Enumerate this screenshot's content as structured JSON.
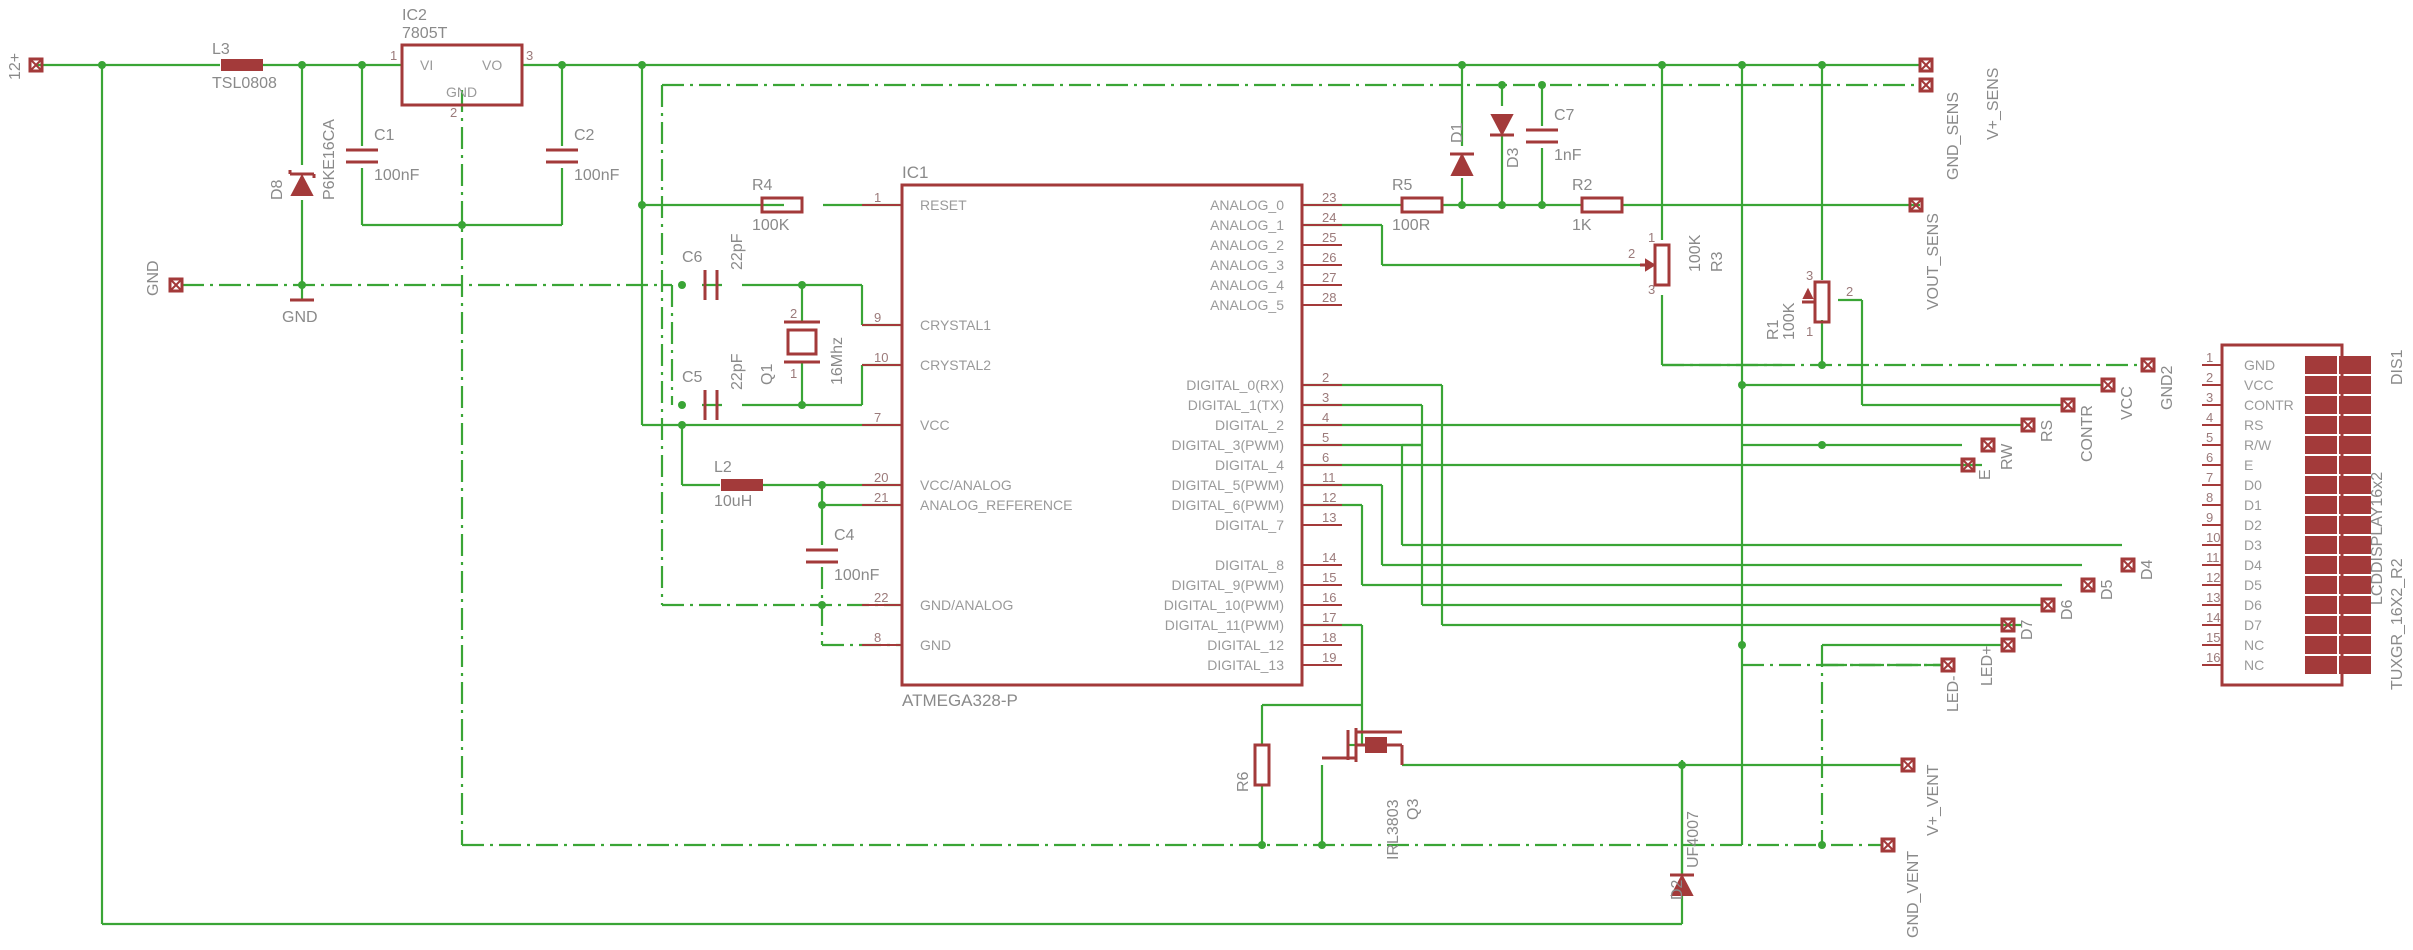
{
  "diagram": {
    "ports": {
      "p12": "12+",
      "gnd": "GND",
      "gndSymbol": "GND",
      "gndSens": "GND_SENS",
      "vSens": "V+_SENS",
      "voutSens": "VOUT_SENS",
      "gnd2": "GND2",
      "vcc": "VCC",
      "contr": "CONTR",
      "rs": "RS",
      "rw": "RW",
      "e": "E",
      "d4": "D4",
      "d5": "D5",
      "d6": "D6",
      "d7": "D7",
      "ledp": "LED+",
      "ledm": "LED-",
      "vVent": "V+_VENT",
      "gndVent": "GND_VENT"
    },
    "components": {
      "L3": {
        "name": "L3",
        "value": "TSL0808"
      },
      "IC2": {
        "name": "IC2",
        "value": "7805T",
        "pin_vi": "VI",
        "pin_vo": "VO",
        "pin_gnd": "GND"
      },
      "D8": {
        "name": "D8",
        "value": "P6KE16CA"
      },
      "C1": {
        "name": "C1",
        "value": "100nF"
      },
      "C2": {
        "name": "C2",
        "value": "100nF"
      },
      "R4": {
        "name": "R4",
        "value": "100K"
      },
      "C6": {
        "name": "C6",
        "value": "22pF"
      },
      "C5": {
        "name": "C5",
        "value": "22pF"
      },
      "Q1": {
        "name": "Q1",
        "value": "16Mhz"
      },
      "L2": {
        "name": "L2",
        "value": "10uH"
      },
      "C4": {
        "name": "C4",
        "value": "100nF"
      },
      "R5": {
        "name": "R5",
        "value": "100R"
      },
      "R2": {
        "name": "R2",
        "value": "1K"
      },
      "D1": {
        "name": "D1"
      },
      "D3": {
        "name": "D3"
      },
      "C7": {
        "name": "C7",
        "value": "1nF"
      },
      "R3": {
        "name": "R3",
        "value": "100K"
      },
      "R1": {
        "name": "R1",
        "value": "100K"
      },
      "R6": {
        "name": "R6"
      },
      "Q3": {
        "name": "Q3",
        "value": "IRL3803"
      },
      "D2": {
        "name": "D2",
        "value": "UF4007"
      },
      "DIS1": {
        "name": "DIS1",
        "value": "TUXGR_16X2_R2",
        "display": "LCDDISPLAY16x2"
      }
    },
    "ic1": {
      "name": "IC1",
      "part": "ATMEGA328-P",
      "left_pins": [
        {
          "num": "1",
          "label": "RESET"
        },
        {
          "num": "9",
          "label": "CRYSTAL1"
        },
        {
          "num": "10",
          "label": "CRYSTAL2"
        },
        {
          "num": "7",
          "label": "VCC"
        },
        {
          "num": "20",
          "label": "VCC/ANALOG"
        },
        {
          "num": "21",
          "label": "ANALOG_REFERENCE"
        },
        {
          "num": "22",
          "label": "GND/ANALOG"
        },
        {
          "num": "8",
          "label": "GND"
        }
      ],
      "right_pins": [
        {
          "num": "23",
          "label": "ANALOG_0"
        },
        {
          "num": "24",
          "label": "ANALOG_1"
        },
        {
          "num": "25",
          "label": "ANALOG_2"
        },
        {
          "num": "26",
          "label": "ANALOG_3"
        },
        {
          "num": "27",
          "label": "ANALOG_4"
        },
        {
          "num": "28",
          "label": "ANALOG_5"
        },
        {
          "num": "2",
          "label": "DIGITAL_0(RX)"
        },
        {
          "num": "3",
          "label": "DIGITAL_1(TX)"
        },
        {
          "num": "4",
          "label": "DIGITAL_2"
        },
        {
          "num": "5",
          "label": "DIGITAL_3(PWM)"
        },
        {
          "num": "6",
          "label": "DIGITAL_4"
        },
        {
          "num": "11",
          "label": "DIGITAL_5(PWM)"
        },
        {
          "num": "12",
          "label": "DIGITAL_6(PWM)"
        },
        {
          "num": "13",
          "label": "DIGITAL_7"
        },
        {
          "num": "14",
          "label": "DIGITAL_8"
        },
        {
          "num": "15",
          "label": "DIGITAL_9(PWM)"
        },
        {
          "num": "16",
          "label": "DIGITAL_10(PWM)"
        },
        {
          "num": "17",
          "label": "DIGITAL_11(PWM)"
        },
        {
          "num": "18",
          "label": "DIGITAL_12"
        },
        {
          "num": "19",
          "label": "DIGITAL_13"
        }
      ]
    },
    "pin_nums": {
      "ic2_vi": "1",
      "ic2_vo": "3",
      "ic2_gnd": "2",
      "q1a": "1",
      "q1b": "2",
      "r3_1": "1",
      "r3_2": "2",
      "r3_3": "3",
      "r1_1": "1",
      "r1_2": "2",
      "r1_3": "3"
    },
    "lcd_pins": [
      {
        "num": "1",
        "label": "GND"
      },
      {
        "num": "2",
        "label": "VCC"
      },
      {
        "num": "3",
        "label": "CONTR"
      },
      {
        "num": "4",
        "label": "RS"
      },
      {
        "num": "5",
        "label": "R/W"
      },
      {
        "num": "6",
        "label": "E"
      },
      {
        "num": "7",
        "label": "D0"
      },
      {
        "num": "8",
        "label": "D1"
      },
      {
        "num": "9",
        "label": "D2"
      },
      {
        "num": "10",
        "label": "D3"
      },
      {
        "num": "11",
        "label": "D4"
      },
      {
        "num": "12",
        "label": "D5"
      },
      {
        "num": "13",
        "label": "D6"
      },
      {
        "num": "14",
        "label": "D7"
      },
      {
        "num": "15",
        "label": "NC"
      },
      {
        "num": "16",
        "label": "NC"
      }
    ],
    "colors": {
      "wire": "#3aa536",
      "symbol": "#a33a3a",
      "text": "#8a8a8a"
    }
  }
}
